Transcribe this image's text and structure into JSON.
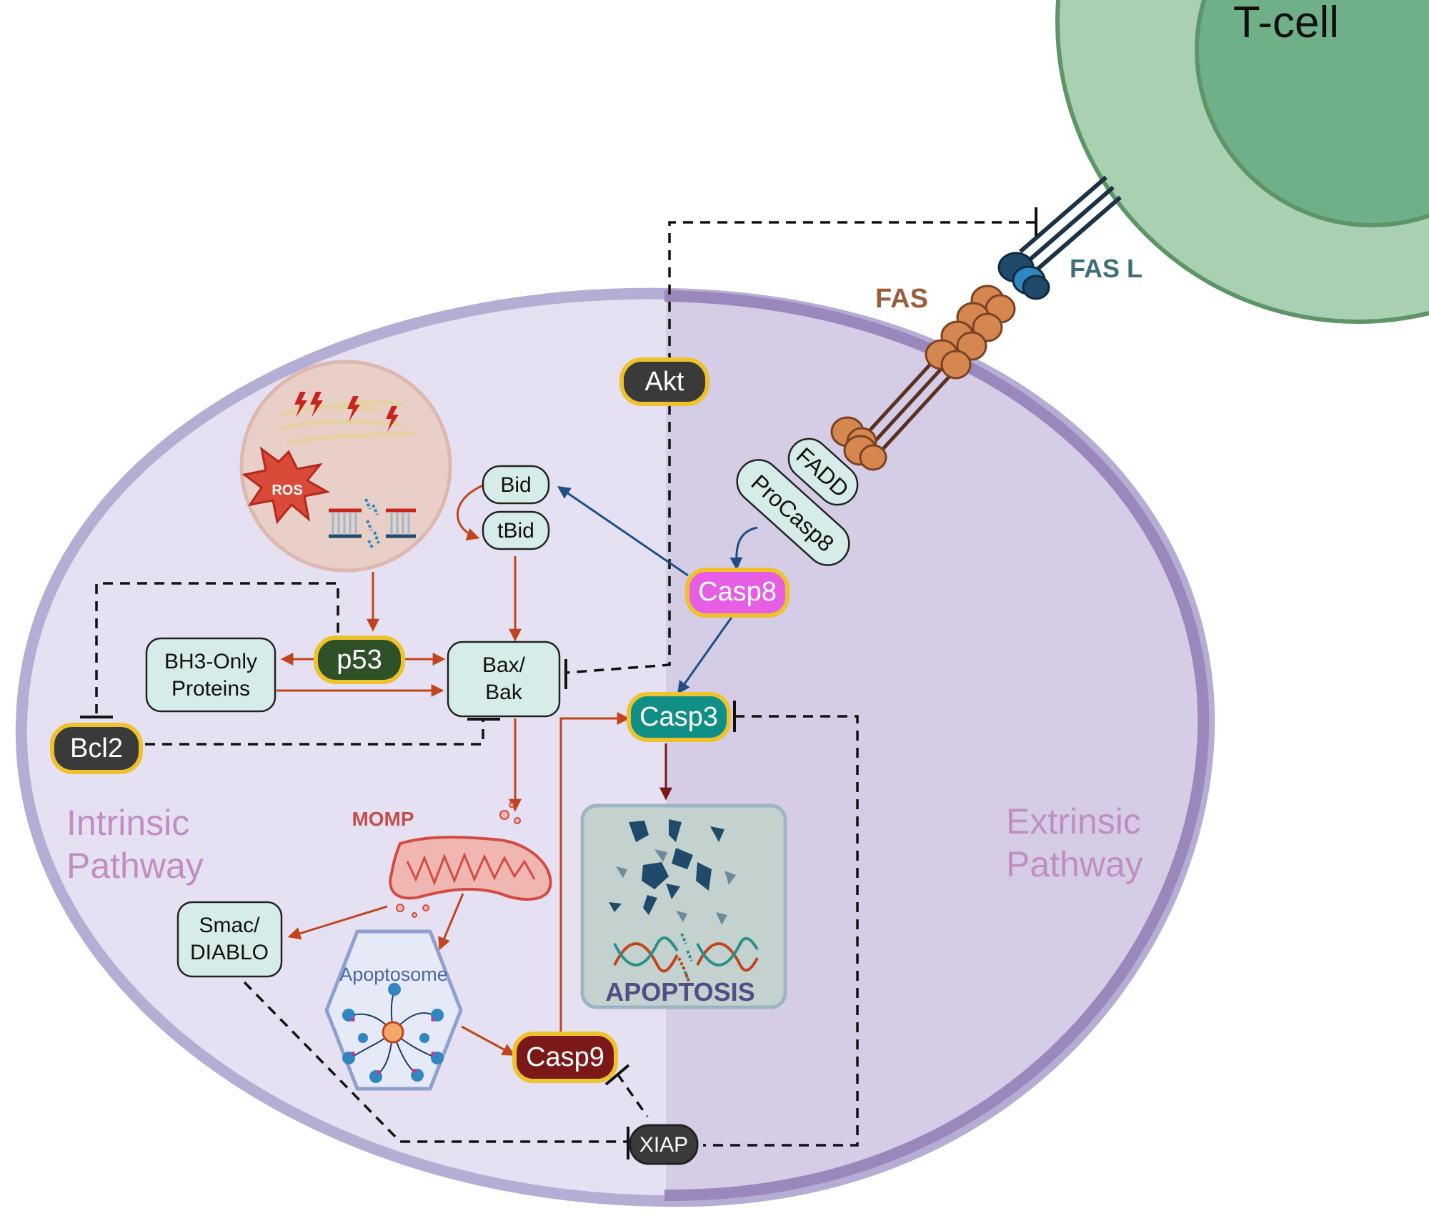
{
  "cell_types": {
    "tcell": "T-cell"
  },
  "receptors": {
    "fas": "FAS",
    "fasl": "FAS L"
  },
  "pathways": {
    "intrinsic_line1": "Intrinsic",
    "intrinsic_line2": "Pathway",
    "extrinsic_line1": "Extrinsic",
    "extrinsic_line2": "Pathway"
  },
  "nodes": {
    "akt": "Akt",
    "fadd": "FADD",
    "procasp8": "ProCasp8",
    "casp8": "Casp8",
    "bid": "Bid",
    "tbid": "tBid",
    "p53": "p53",
    "bh3_line1": "BH3-Only",
    "bh3_line2": "Proteins",
    "bax_line1": "Bax/",
    "bax_line2": "Bak",
    "bcl2": "Bcl2",
    "casp3": "Casp3",
    "momp": "MOMP",
    "smac_line1": "Smac/",
    "smac_line2": "DIABLO",
    "apoptosome": "Apoptosome",
    "casp9": "Casp9",
    "xiap": "XIAP",
    "apoptosis": "APOPTOSIS",
    "ros": "ROS"
  },
  "colors": {
    "cell_left": "#e6e1f2",
    "cell_right": "#d5cde6",
    "cell_border": "#9a88bd",
    "tcell_outer": "#a9d0b1",
    "tcell_inner": "#70b088",
    "tcell_border": "#5e9567",
    "intrinsic_arrow": "#c0451e",
    "extrinsic_arrow": "#1e4f85",
    "node_fill": "#d6ece8",
    "gold": "#eec22d",
    "casp8": "#e65ee3",
    "casp3": "#0f8f85",
    "casp9": "#7b1818",
    "p53": "#2f5128",
    "dark_node": "#3a3a3a",
    "pathway_text": "#c08ec0",
    "fas_text": "#9a5d3c",
    "fasl_text": "#3d6f7a",
    "momp_text": "#c0504d",
    "apoptosis_text": "#524d86"
  }
}
